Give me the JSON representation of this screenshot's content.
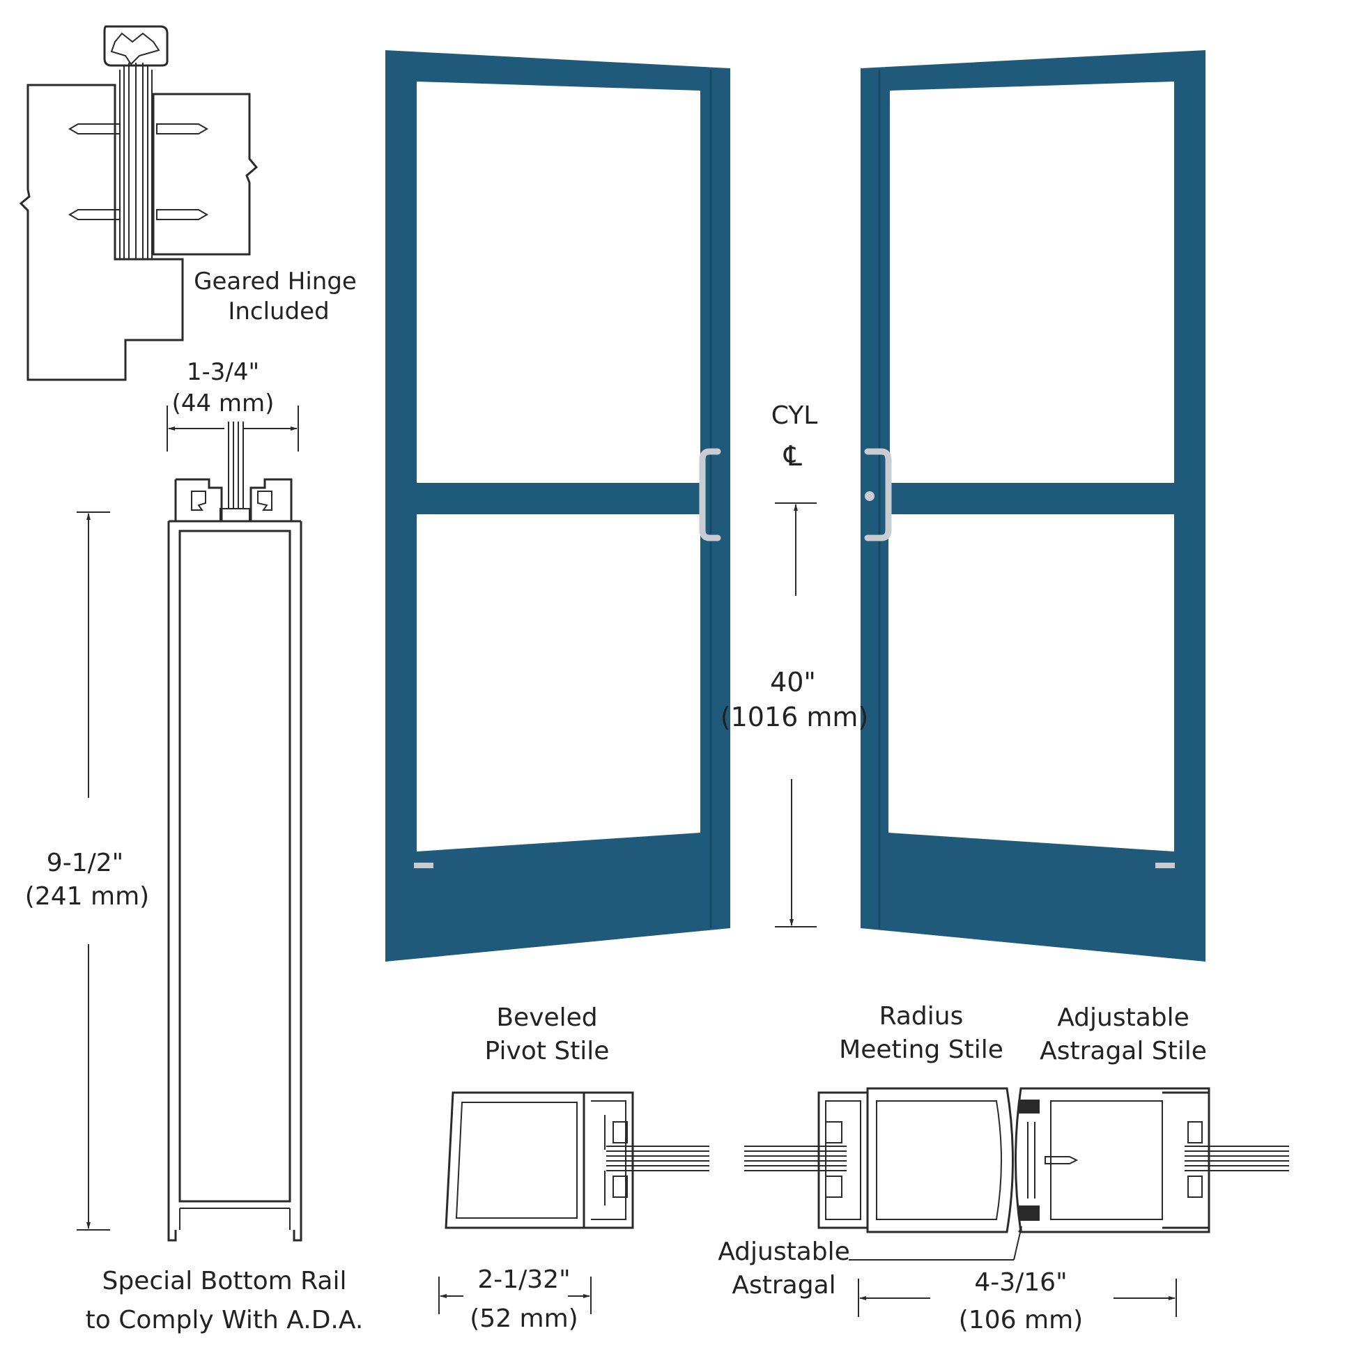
{
  "colors": {
    "door_frame": "#1f5a7a",
    "glass": "#ffffff",
    "line": "#2a2a2a",
    "handle": "#c9ccd0"
  },
  "labels": {
    "geared_hinge": [
      "Geared Hinge",
      "Included"
    ],
    "thickness": [
      "1-3/4\"",
      "(44 mm)"
    ],
    "rail_height": [
      "9-1/2\"",
      "(241 mm)"
    ],
    "bottom_rail": [
      "Special Bottom Rail",
      "to Comply With A.D.A."
    ],
    "cyl": "CYL",
    "cl_symbol": "℄",
    "cyl_height": [
      "40\"",
      "(1016 mm)"
    ],
    "beveled_pivot": [
      "Beveled",
      "Pivot Stile"
    ],
    "radius_meeting": [
      "Radius",
      "Meeting Stile"
    ],
    "adjustable_astragal_stile": [
      "Adjustable",
      "Astragal Stile"
    ],
    "adjustable_astragal": [
      "Adjustable",
      "Astragal"
    ],
    "pivot_width": [
      "2-1/32\"",
      "(52 mm)"
    ],
    "meeting_width": [
      "4-3/16\"",
      "(106 mm)"
    ]
  }
}
